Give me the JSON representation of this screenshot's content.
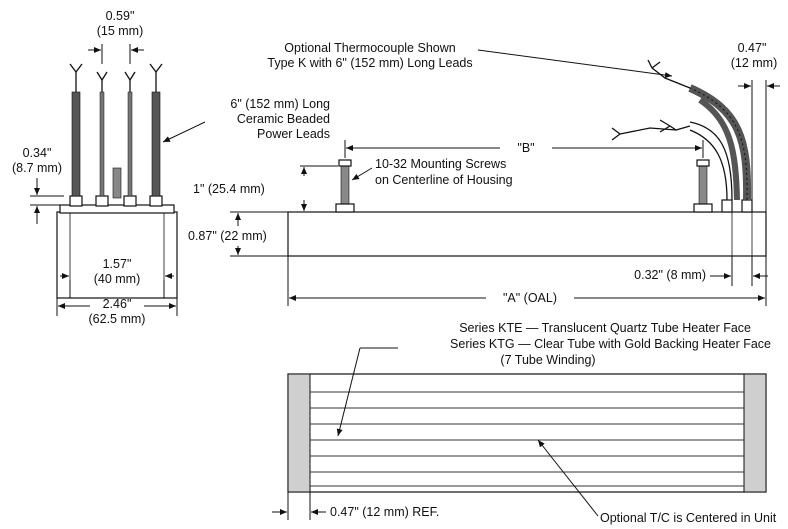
{
  "labels": {
    "dim_059": "0.59\"",
    "dim_059_mm": "(15 mm)",
    "thermocouple_line1": "Optional Thermocouple Shown",
    "thermocouple_line2": "Type K with 6\" (152 mm) Long Leads",
    "dim_047_top": "0.47\"",
    "dim_047_top_mm": "(12 mm)",
    "leads_line1": "6\" (152 mm) Long",
    "leads_line2": "Ceramic Beaded",
    "leads_line3": "Power Leads",
    "dim_034": "0.34\"",
    "dim_034_mm": "(8.7 mm)",
    "dim_b": "\"B\"",
    "screws_line1": "10-32 Mounting Screws",
    "screws_line2": "on Centerline of Housing",
    "dim_1in": "1\" (25.4 mm)",
    "dim_087": "0.87\" (22 mm)",
    "dim_157": "1.57\"",
    "dim_157_mm": "(40 mm)",
    "dim_032": "0.32\" (8 mm)",
    "dim_246": "2.46\"",
    "dim_246_mm": "(62.5 mm)",
    "dim_a": "\"A\" (OAL)",
    "kte_line": "Series KTE — Translucent Quartz Tube Heater Face",
    "ktg_line": "Series KTG — Clear Tube with Gold Backing Heater Face",
    "winding": "(7 Tube Winding)",
    "dim_047_ref": "0.47\" (12 mm) REF.",
    "tc_centered": "Optional T/C is Centered in Unit"
  }
}
